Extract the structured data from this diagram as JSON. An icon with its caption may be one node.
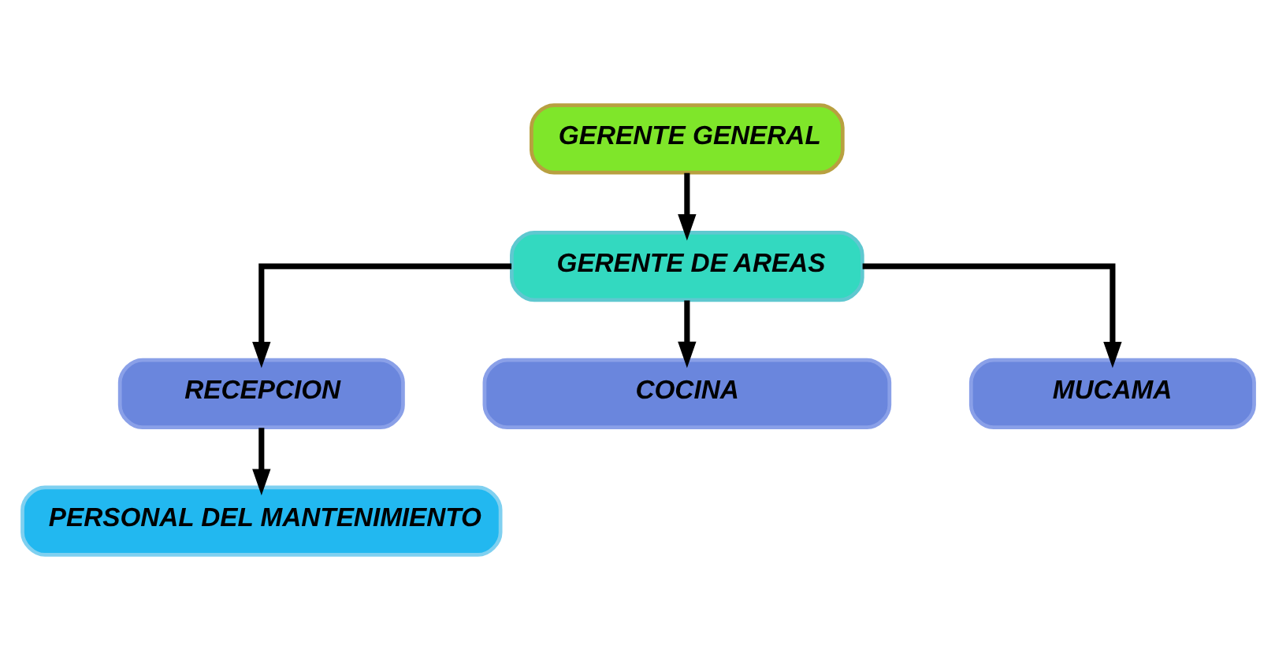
{
  "diagram": {
    "nodes": [
      {
        "text": [
          "GERENTE GENERAL"
        ]
      },
      {
        "text": [
          "GERENTE DE AREAS"
        ]
      },
      {
        "text": [
          "RECEPCION"
        ]
      },
      {
        "text": [
          "COCINA"
        ]
      },
      {
        "text": [
          "MUCAMA"
        ]
      },
      {
        "text": [
          "PERSONAL DEL MANTENIMIENTO"
        ]
      }
    ],
    "edges": [
      {
        "from": 0,
        "to": 1,
        "arrow": "to"
      },
      {
        "from": 1,
        "to": 2,
        "arrow": "to"
      },
      {
        "from": 1,
        "to": 3,
        "arrow": "to"
      },
      {
        "from": 1,
        "to": 4,
        "arrow": "to"
      },
      {
        "from": 2,
        "to": 5,
        "arrow": "to"
      }
    ]
  }
}
